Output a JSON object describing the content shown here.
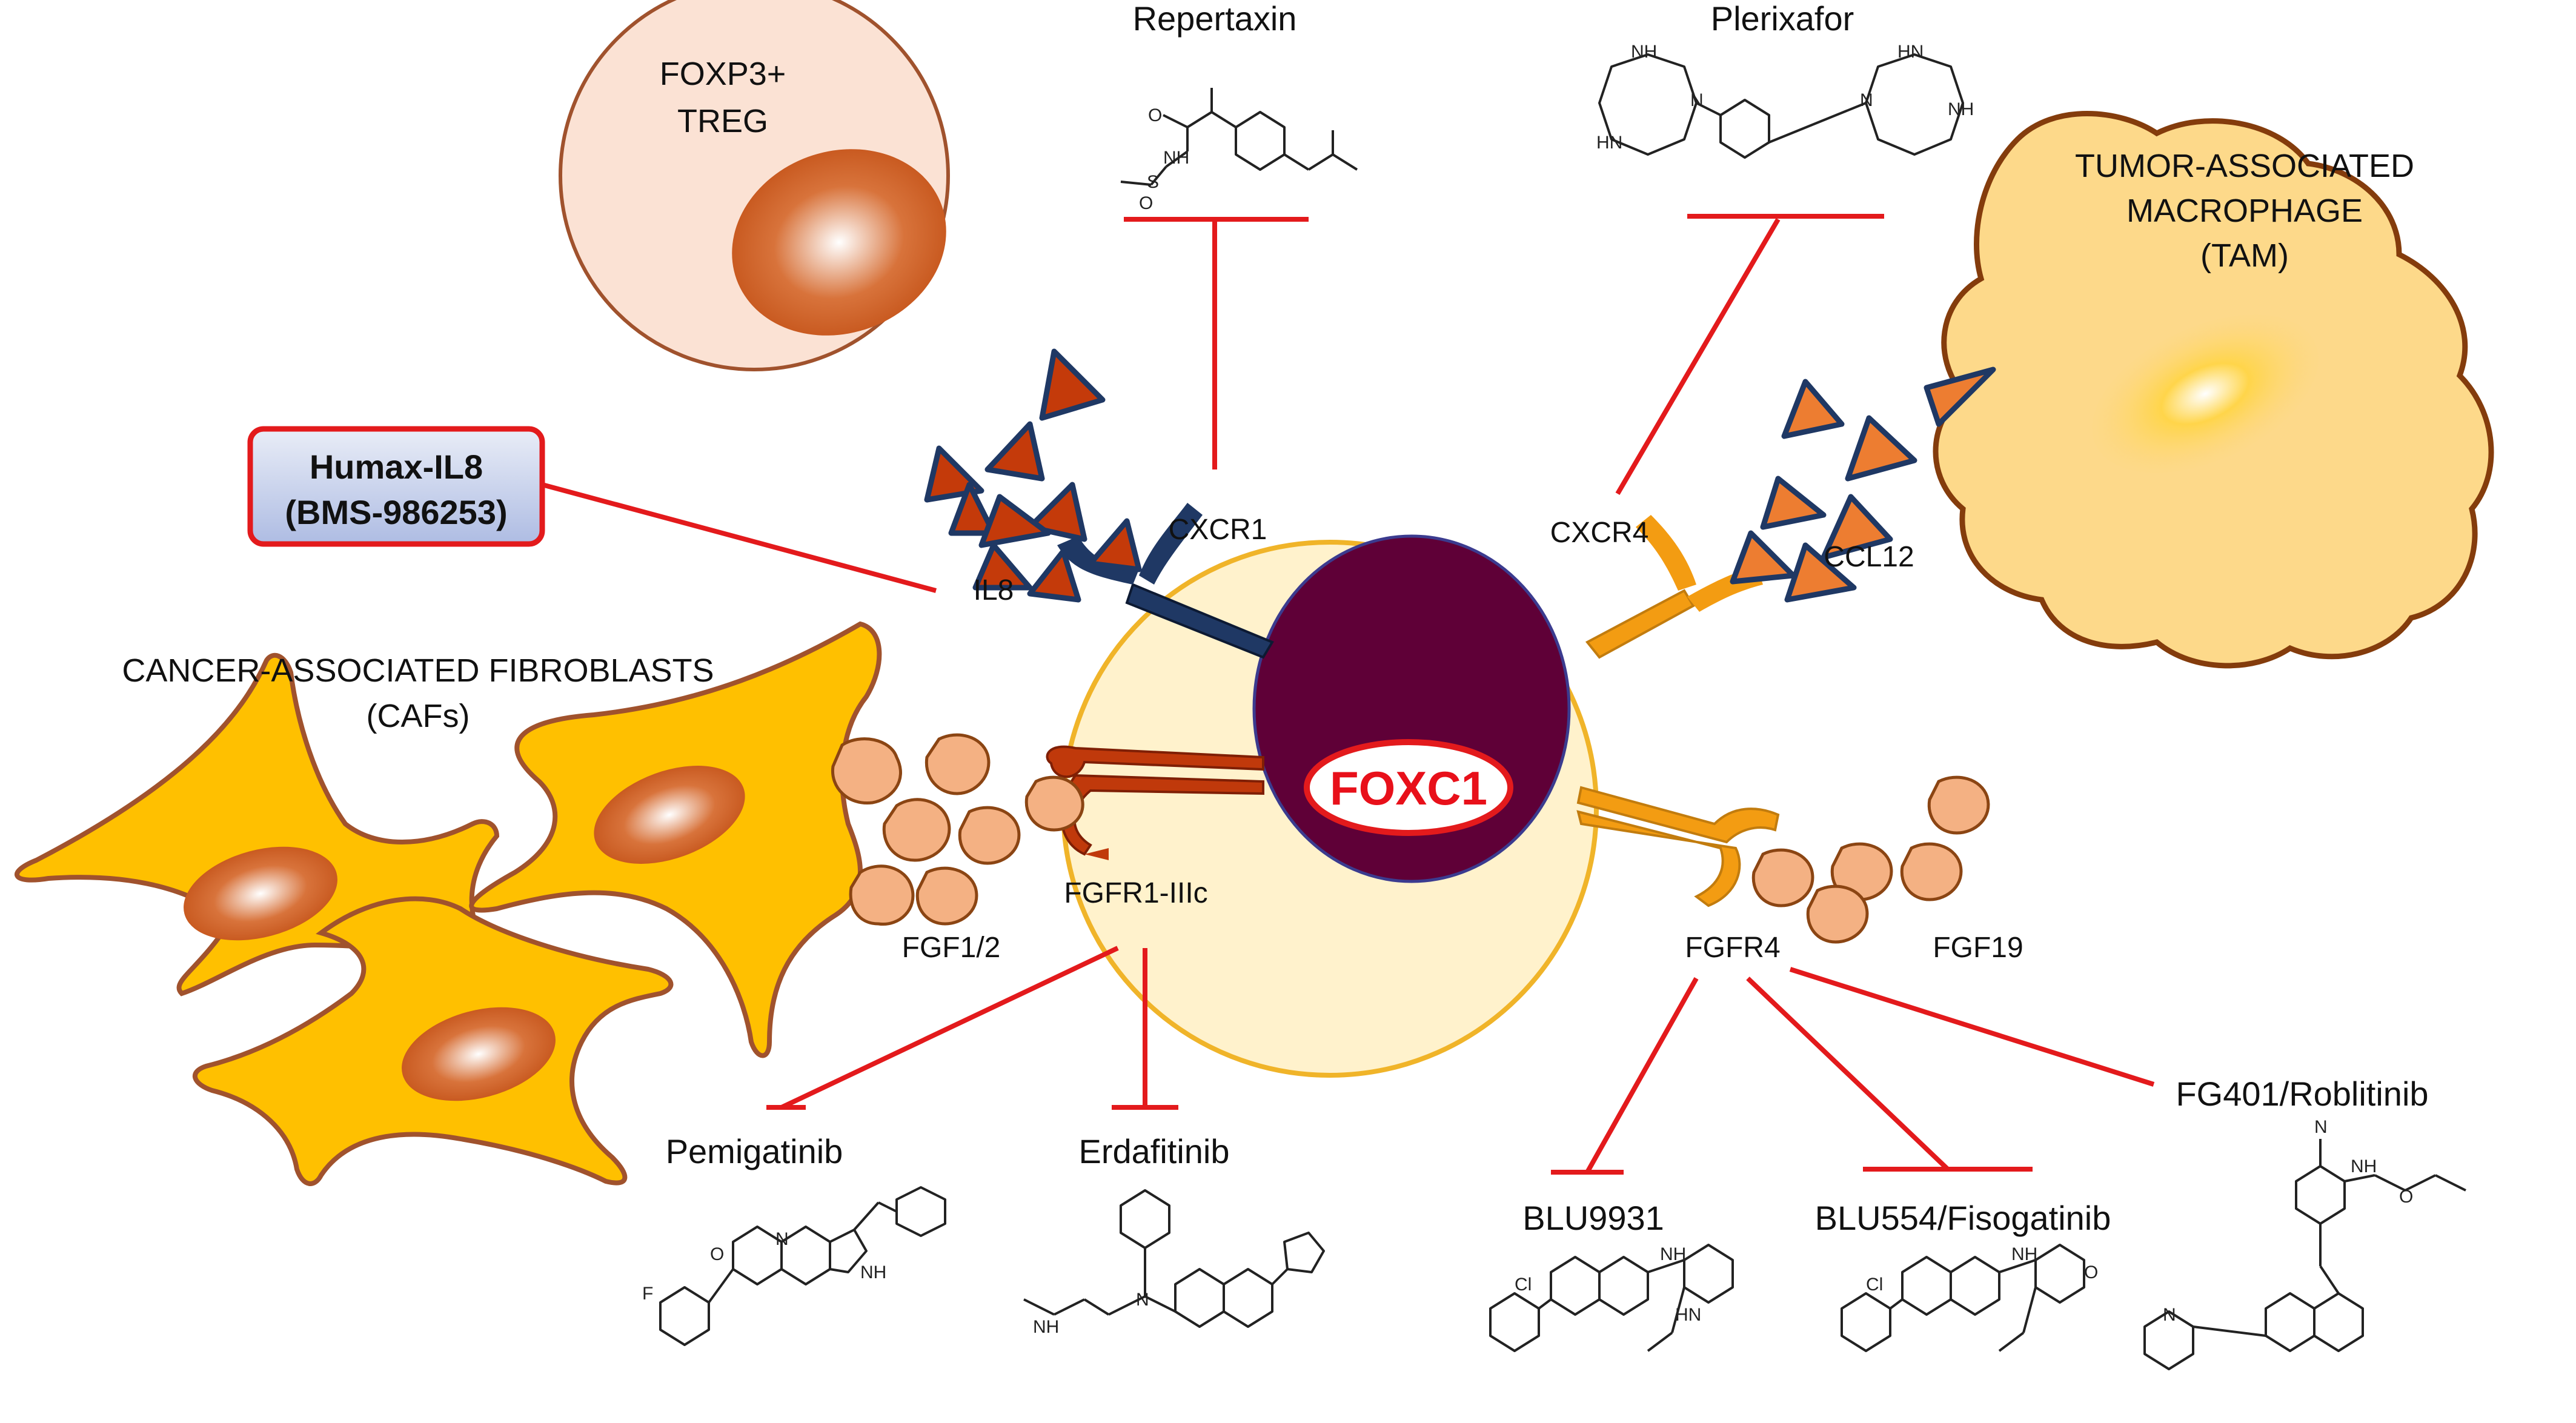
{
  "center": {
    "label": "FOXC1"
  },
  "cells": {
    "treg": {
      "line1": "FOXP3+",
      "line2": "TREG"
    },
    "tam": {
      "line1": "TUMOR-ASSOCIATED",
      "line2": "MACROPHAGE",
      "line3": "(TAM)"
    },
    "cafs": {
      "line1": "CANCER-ASSOCIATED FIBROBLASTS",
      "line2": "(CAFs)"
    }
  },
  "ligands": {
    "il8": "IL8",
    "ccl12": "CCL12",
    "fgf12": "FGF1/2",
    "fgf19": "FGF19"
  },
  "receptors": {
    "cxcr1": "CXCR1",
    "cxcr4": "CXCR4",
    "fgfr1": "FGFR1-IIIc",
    "fgfr4": "FGFR4"
  },
  "drugs": {
    "humax_line1": "Humax-IL8",
    "humax_line2": "(BMS-986253)",
    "repertaxin": "Repertaxin",
    "plerixafor": "Plerixafor",
    "pemigatinib": "Pemigatinib",
    "erdafitinib": "Erdafitinib",
    "blu9931": "BLU9931",
    "blu554": "BLU554/Fisogatinib",
    "fg401": "FG401/Roblitinib"
  },
  "chem": {
    "nh": "NH",
    "n": "N",
    "o": "O",
    "f": "F",
    "cl": "Cl",
    "s": "S",
    "hn": "HN"
  },
  "colors": {
    "inhibition": "#e31a1c",
    "caf_fill": "#ffc000",
    "tam_fill": "#fdd98a",
    "treg_fill": "#fbe2d4",
    "tumor_cell": "#fff2cc",
    "nucleus": "#5f0037",
    "il8_triangle": "#c43a0a",
    "ccl12_triangle": "#ed7d31",
    "fgf_blob": "#f4b183"
  }
}
